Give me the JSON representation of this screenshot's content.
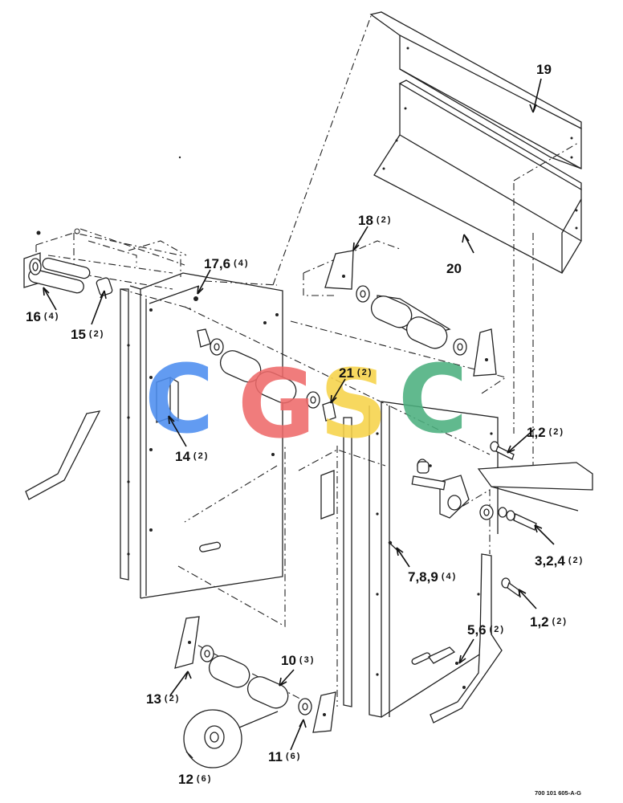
{
  "figure_id": "700 101 605-A-G",
  "watermark": {
    "letters": [
      "C",
      "G",
      "S",
      "C"
    ],
    "colors": [
      "#4d8ef0",
      "#ee6a6a",
      "#f7d34a",
      "#4cb07f"
    ]
  },
  "callouts": [
    {
      "num": "19",
      "qty": ""
    },
    {
      "num": "20",
      "qty": ""
    },
    {
      "num": "18",
      "qty": "(2)"
    },
    {
      "num": "17,6",
      "qty": "(4)"
    },
    {
      "num": "16",
      "qty": "(4)"
    },
    {
      "num": "15",
      "qty": "(2)"
    },
    {
      "num": "21",
      "qty": "(2)"
    },
    {
      "num": "14",
      "qty": "(2)"
    },
    {
      "num": "1,2",
      "qty": "(2)"
    },
    {
      "num": "3,2,4",
      "qty": "(2)"
    },
    {
      "num": "7,8,9",
      "qty": "(4)"
    },
    {
      "num": "1,2",
      "qty": "(2)"
    },
    {
      "num": "5,6",
      "qty": "(2)"
    },
    {
      "num": "10",
      "qty": "(3)"
    },
    {
      "num": "13",
      "qty": "(2)"
    },
    {
      "num": "11",
      "qty": "(6)"
    },
    {
      "num": "12",
      "qty": "(6)"
    }
  ]
}
